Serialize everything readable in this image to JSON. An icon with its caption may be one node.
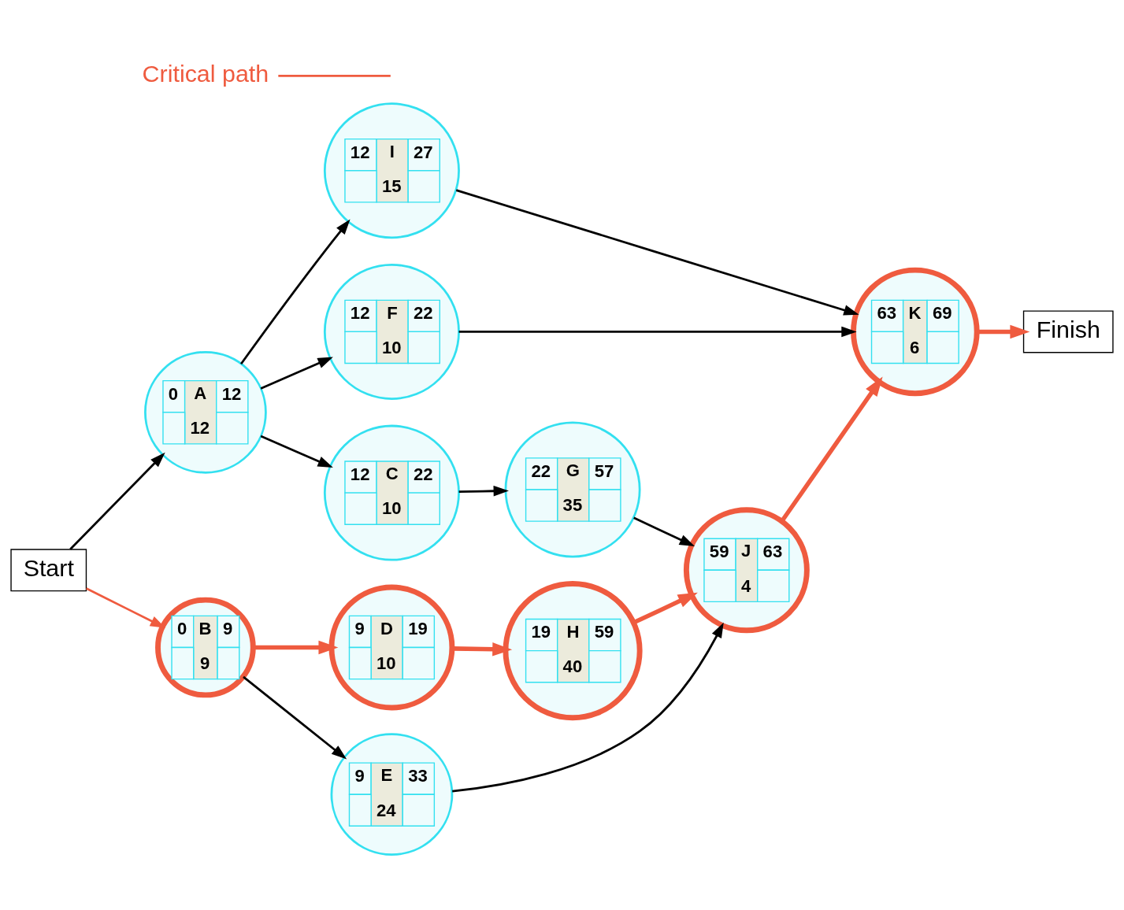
{
  "diagram": {
    "nodes": [
      {
        "text": [
          "Start"
        ]
      },
      {
        "text": [
          "0",
          "A",
          "12",
          "12"
        ]
      },
      {
        "text": [
          "0",
          "B",
          "9",
          "9"
        ]
      },
      {
        "text": [
          "12",
          "I",
          "27",
          "15"
        ]
      },
      {
        "text": [
          "12",
          "F",
          "22",
          "10"
        ]
      },
      {
        "text": [
          "12",
          "C",
          "22",
          "10"
        ]
      },
      {
        "text": [
          "9",
          "D",
          "19",
          "10"
        ]
      },
      {
        "text": [
          "9",
          "E",
          "33",
          "24"
        ]
      },
      {
        "text": [
          "22",
          "G",
          "57",
          "35"
        ]
      },
      {
        "text": [
          "19",
          "H",
          "59",
          "40"
        ]
      },
      {
        "text": [
          "59",
          "J",
          "63",
          "4"
        ]
      },
      {
        "text": [
          "63",
          "K",
          "69",
          "6"
        ]
      },
      {
        "text": [
          "Finish"
        ]
      },
      {
        "text": [
          "Critical path"
        ]
      }
    ],
    "edges": [
      {
        "from": 0,
        "to": 1,
        "arrow": "to"
      },
      {
        "from": 0,
        "to": 2,
        "arrow": "to",
        "color": "#ef5b3f"
      },
      {
        "from": 1,
        "to": 3,
        "arrow": "to"
      },
      {
        "from": 1,
        "to": 4,
        "arrow": "to"
      },
      {
        "from": 1,
        "to": 5,
        "arrow": "to"
      },
      {
        "from": 2,
        "to": 6,
        "arrow": "to",
        "style": "thick",
        "color": "#ef5b3f"
      },
      {
        "from": 2,
        "to": 7,
        "arrow": "to"
      },
      {
        "from": 3,
        "to": 11,
        "arrow": "to"
      },
      {
        "from": 4,
        "to": 11,
        "arrow": "to"
      },
      {
        "from": 5,
        "to": 8,
        "arrow": "to"
      },
      {
        "from": 6,
        "to": 9,
        "arrow": "to",
        "style": "thick",
        "color": "#ef5b3f"
      },
      {
        "from": 8,
        "to": 10,
        "arrow": "to"
      },
      {
        "from": 9,
        "to": 10,
        "arrow": "to",
        "style": "thick",
        "color": "#ef5b3f"
      },
      {
        "from": 7,
        "to": 10,
        "arrow": "to"
      },
      {
        "from": 10,
        "to": 11,
        "arrow": "to",
        "style": "thick",
        "color": "#ef5b3f"
      },
      {
        "from": 11,
        "to": 12,
        "arrow": "to",
        "style": "thick",
        "color": "#ef5b3f"
      },
      {
        "from": 13,
        "to": null,
        "arrow": "none",
        "color": "#ef5b3f"
      }
    ]
  }
}
